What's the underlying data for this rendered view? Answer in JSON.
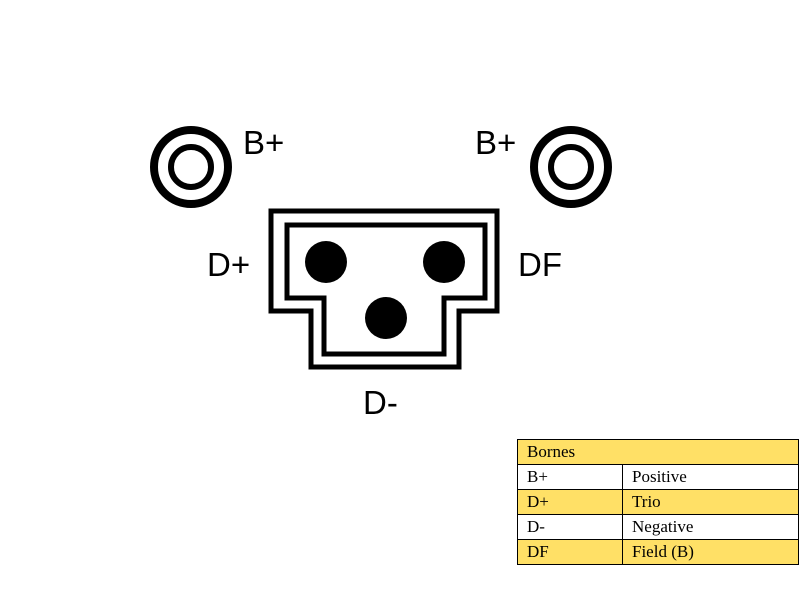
{
  "terminals": {
    "b_plus_left": "B+",
    "b_plus_right": "B+",
    "d_plus": "D+",
    "df": "DF",
    "d_minus": "D-"
  },
  "legend": {
    "title": "Bornes",
    "rows": [
      {
        "code": "B+",
        "meaning": "Positive"
      },
      {
        "code": "D+",
        "meaning": "Trio"
      },
      {
        "code": "D-",
        "meaning": "Negative"
      },
      {
        "code": "DF",
        "meaning": "Field (B)"
      }
    ]
  },
  "colors": {
    "line": "#000000",
    "highlight": "#ffe066",
    "background": "#ffffff"
  }
}
